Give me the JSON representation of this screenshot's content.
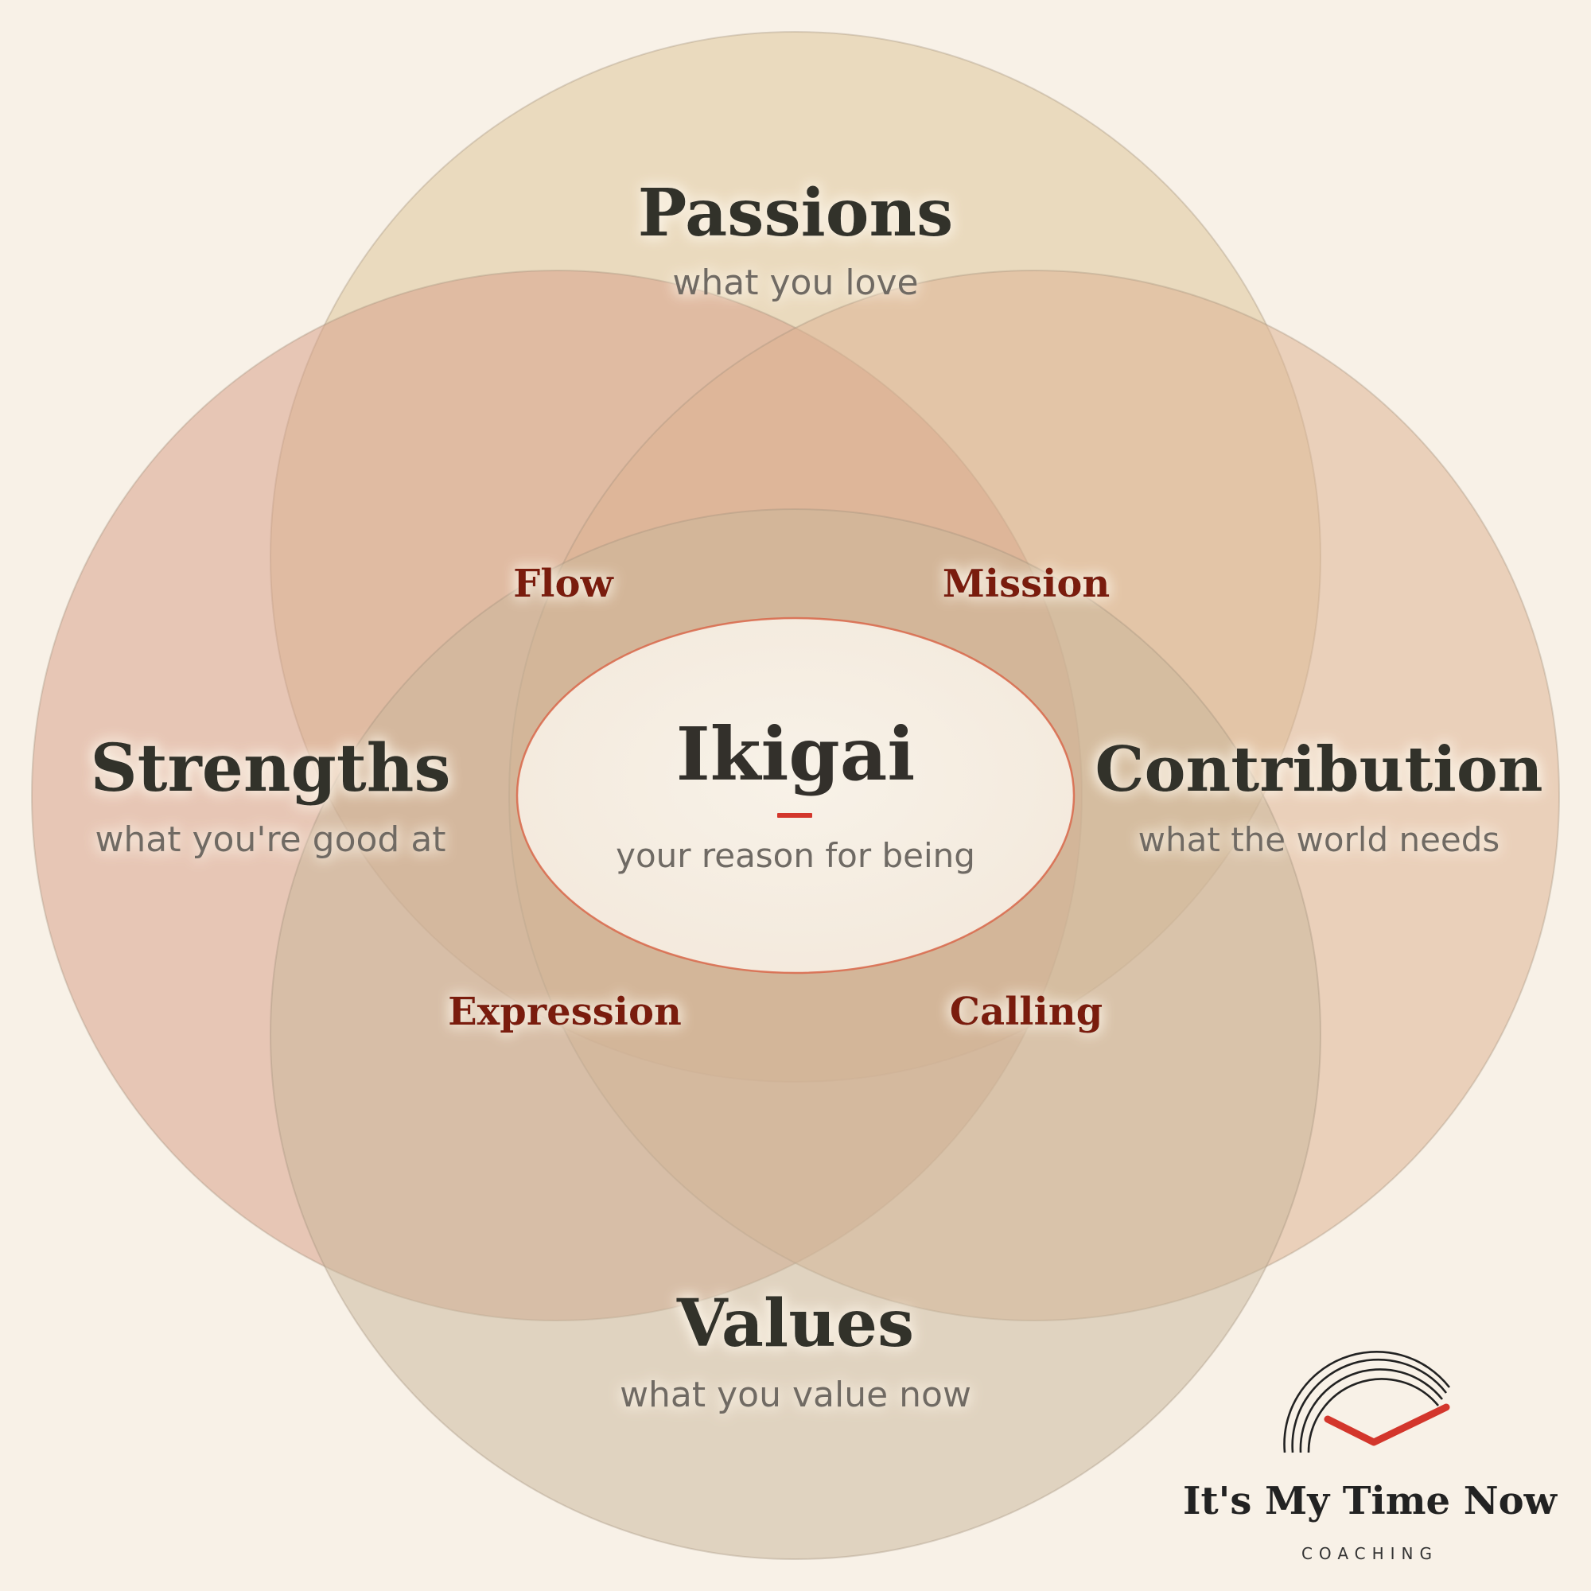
{
  "colors": {
    "background": "#f8f1e7",
    "passions_fill": "#e0c9a0",
    "strengths_fill": "#d6a088",
    "contribution_fill": "#dcb391",
    "values_fill": "#c8b69a",
    "core_fill": "#f6efe4",
    "core_stroke": "#d8674a",
    "heading_text": "#33302b",
    "subtitle_text": "#6f6a64",
    "intersection_text": "#7a1a10",
    "accent_red": "#d3362c"
  },
  "circles": {
    "passions": {
      "title": "Passions",
      "subtitle": "what you love"
    },
    "strengths": {
      "title": "Strengths",
      "subtitle": "what you're good at"
    },
    "contribution": {
      "title": "Contribution",
      "subtitle": "what the world needs"
    },
    "values": {
      "title": "Values",
      "subtitle": "what you value now"
    }
  },
  "intersections": {
    "top_left": "Flow",
    "top_right": "Mission",
    "bottom_left": "Expression",
    "bottom_right": "Calling"
  },
  "center": {
    "title": "Ikigai",
    "subtitle": "your reason for being"
  },
  "brand": {
    "name": "It's My Time Now",
    "tagline": "COACHING",
    "icon": "clock-arc-check-icon"
  }
}
